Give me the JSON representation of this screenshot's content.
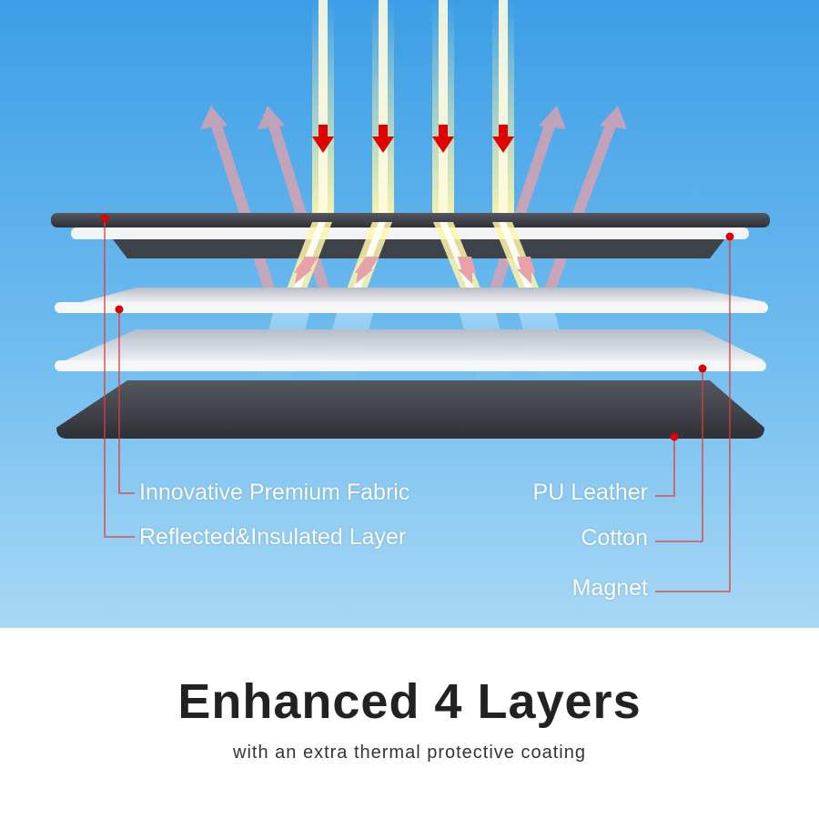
{
  "labels": {
    "innovative_premium_fabric": "Innovative Premium Fabric",
    "reflected_insulated_layer": "Reflected&Insulated Layer",
    "pu_leather": "PU Leather",
    "cotton": "Cotton",
    "magnet": "Magnet"
  },
  "footer": {
    "title": "Enhanced 4 Layers",
    "subtitle": "with an extra thermal protective coating"
  },
  "colors": {
    "background_top": "#3c9ee6",
    "background_bottom": "#a8d8f5",
    "leader_line": "#e53935",
    "marker_dot": "#e00000",
    "incoming_ray": "#fff3a0",
    "reflected_ray": "#e8a0a8",
    "arrow_head": "#e00000",
    "dark_layer": "#3a3d44",
    "light_layer": "#e6e9ed"
  },
  "icons": {
    "incoming": "down-arrow-icon",
    "reflected": "up-arrow-icon"
  }
}
